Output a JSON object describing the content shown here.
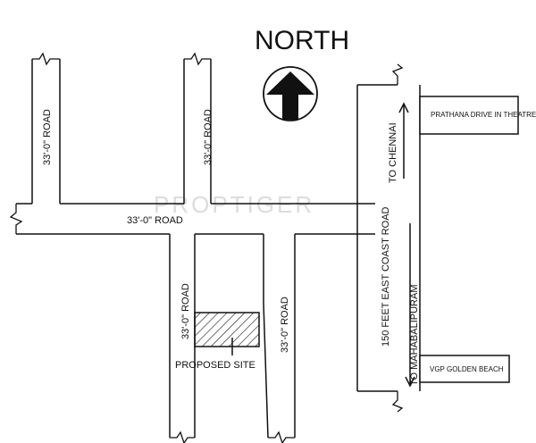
{
  "north_label": "NORTH",
  "watermark": "PROPTIGER",
  "roads": {
    "top_left_road": "33'-0\" ROAD",
    "top_mid_road": "33'-0\" ROAD",
    "horizontal_road": "33'-0\" ROAD",
    "lower_left_road": "33'-0\" ROAD",
    "lower_right_road": "33'-0\" ROAD",
    "coast_road": "150 FEET EAST COAST ROAD"
  },
  "directions": {
    "to_chennai": "TO CHENNAI",
    "to_mahabalipuram": "TO MAHABALIPURAM"
  },
  "landmarks": {
    "prathana": "PRATHANA DRIVE IN THEATRE",
    "vgp": "VGP GOLDEN BEACH"
  },
  "site_label": "PROPOSED SITE"
}
